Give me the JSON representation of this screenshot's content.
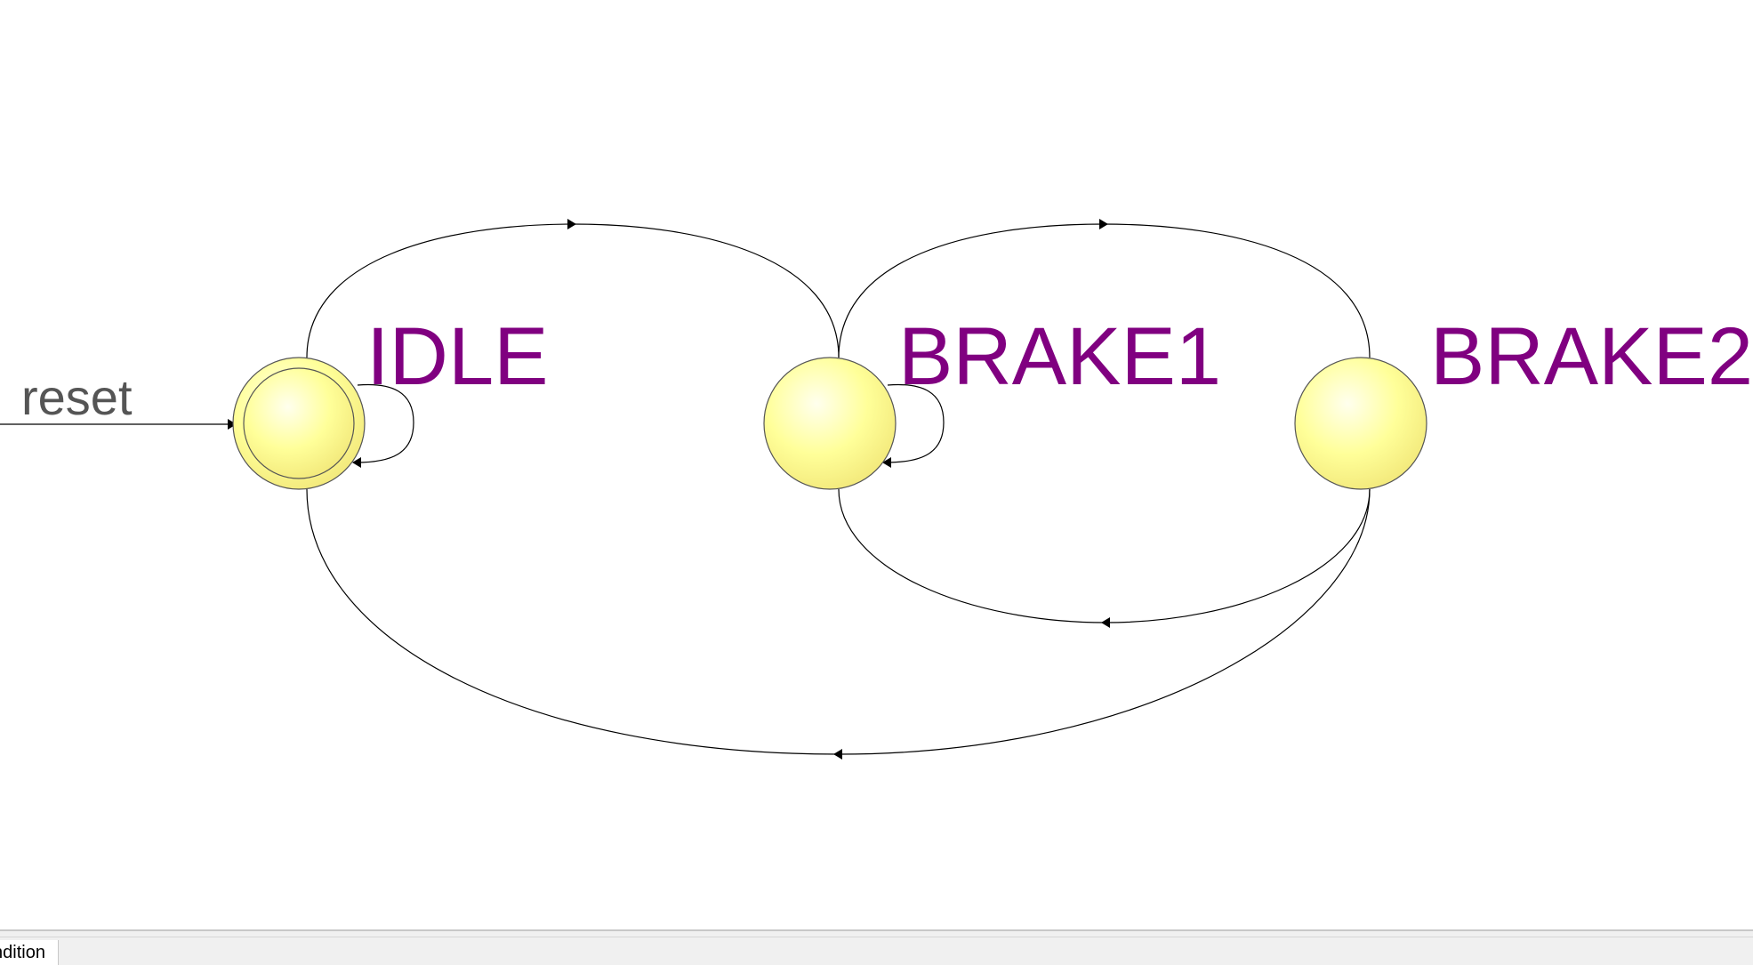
{
  "diagram": {
    "initial_transition": {
      "label": "reset"
    },
    "states": [
      {
        "id": "IDLE",
        "label": "IDLE",
        "initial": true
      },
      {
        "id": "BRAKE1",
        "label": "BRAKE1",
        "initial": false
      },
      {
        "id": "BRAKE2",
        "label": "BRAKE2",
        "initial": false
      }
    ],
    "transitions": [
      {
        "from": "IDLE",
        "to": "IDLE"
      },
      {
        "from": "IDLE",
        "to": "BRAKE1"
      },
      {
        "from": "BRAKE1",
        "to": "BRAKE1"
      },
      {
        "from": "BRAKE1",
        "to": "BRAKE2"
      },
      {
        "from": "BRAKE2",
        "to": "BRAKE1"
      },
      {
        "from": "BRAKE2",
        "to": "IDLE"
      }
    ],
    "colors": {
      "state_fill": "#ffff99",
      "state_stroke": "#555555",
      "label": "#800080",
      "edge": "#000000"
    }
  },
  "bottom_tabs": [
    {
      "label": "ndition"
    }
  ]
}
